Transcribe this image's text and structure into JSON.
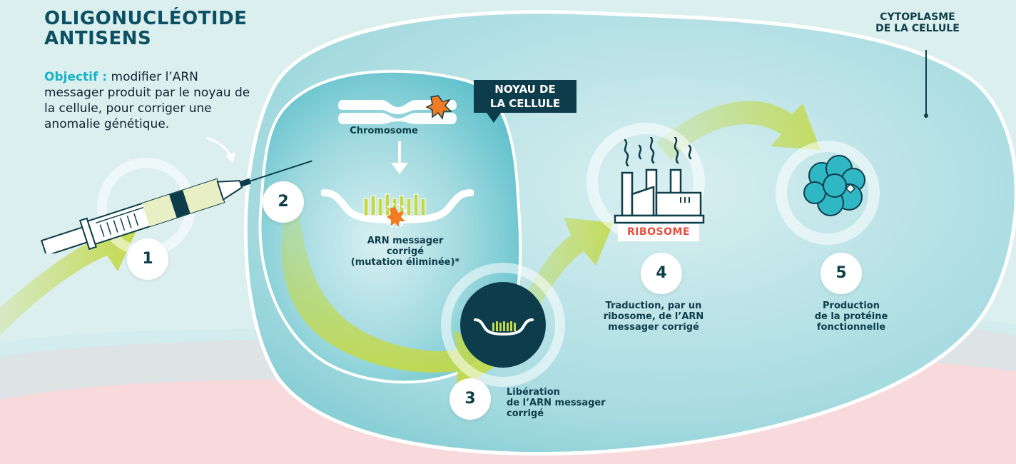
{
  "header": {
    "title_line1": "OLIGONUCLÉOTIDE",
    "title_line2": "ANTISENS",
    "objective_label": "Objectif :",
    "objective_text": " modifier l’ARN messager produit par le noyau de la cellule, pour corriger une anomalie génétique."
  },
  "regions": {
    "cytoplasm_line1": "CYTOPLASME",
    "cytoplasm_line2": "DE LA CELLULE",
    "nucleus_line1": "NOYAU DE",
    "nucleus_line2": "LA CELLULE"
  },
  "labels": {
    "chromosome": "Chromosome",
    "arn_line1": "ARN messager",
    "arn_line2": "corrigé",
    "arn_line3": "(mutation éliminée)*",
    "ribosome": "RIBOSOME",
    "liberation_line1": "Libération",
    "liberation_line2": "de l’ARN messager",
    "liberation_line3": "corrigé",
    "traduction_line1": "Traduction, par un",
    "traduction_line2": "ribosome, de l’ARN",
    "traduction_line3": "messager corrigé",
    "production_line1": "Production",
    "production_line2": "de la protéine",
    "production_line3": "fonctionnelle"
  },
  "steps": [
    "1",
    "2",
    "3",
    "4",
    "5"
  ],
  "colors": {
    "dark_teal": "#0d3d4a",
    "accent_cyan": "#1ab4c6",
    "arrow_green": "#c3d94a",
    "mutation_orange": "#f07b22",
    "ribosome_red": "#e84b3a",
    "protein_teal": "#2fb7c4",
    "pink_bg": "#f8d9dc"
  },
  "icons": {
    "syringe": "syringe-icon",
    "chromosome": "chromosome-icon",
    "mrna": "mrna-icon",
    "factory": "factory-icon",
    "protein": "protein-icon"
  }
}
